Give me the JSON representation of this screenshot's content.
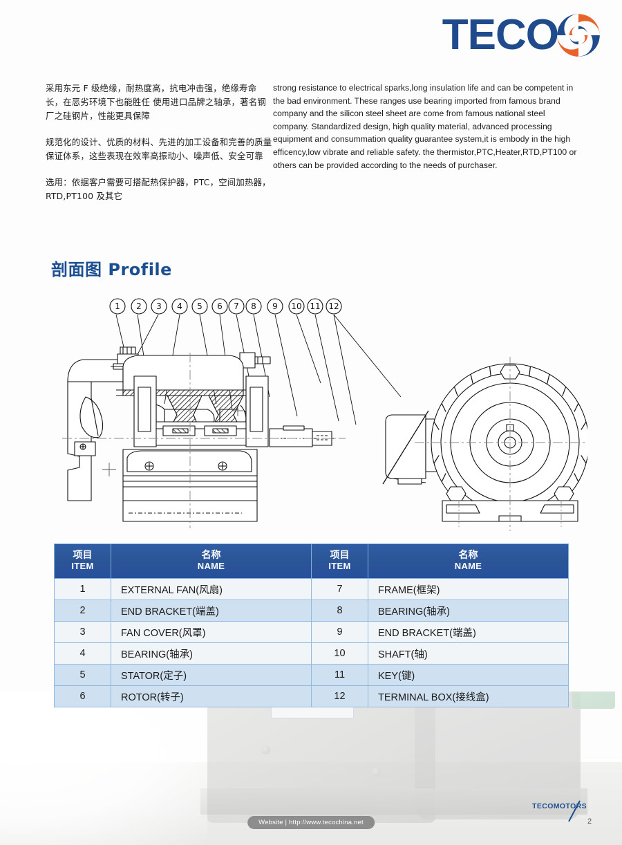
{
  "brand": {
    "logo_text": "TECO",
    "logo_icon": "swirl-vortex-icon",
    "logo_blue": "#1f4a8c",
    "logo_orange": "#e8622a"
  },
  "intro": {
    "chinese": [
      "采用东元 F 级绝缘，耐热度高，抗电冲击强，绝缘寿命长，在恶劣环境下也能胜任\n使用进口品牌之轴承，著名钢厂之硅钢片，性能更具保障",
      "规范化的设计、优质的材料、先进的加工设备和完善的质量保证体系，这些表现在效率高振动小、噪声低、安全可靠",
      "选用：依据客户需要可搭配热保护器，PTC，空间加热器，RTD,PT100 及其它"
    ],
    "english": "strong resistance to electrical sparks,long insulation life and can be competent in the bad environment.\nThese ranges use bearing imported from famous brand company and the silicon steel sheet are come from famous national steel company.\nStandardized design, high quality material, advanced processing equipment and consummation quality guarantee system,it is embody in the high efficency,low vibrate and reliable safety.\nthe thermistor,PTC,Heater,RTD,PT100 or others can be provided according to the needs of purchaser."
  },
  "section": {
    "title": "剖面图 Profile",
    "title_color": "#1c4f91"
  },
  "diagram": {
    "name": "motor-cross-section-drawing",
    "callouts": [
      "1",
      "2",
      "3",
      "4",
      "5",
      "6",
      "7",
      "8",
      "9",
      "10",
      "11",
      "12"
    ]
  },
  "table": {
    "headers": {
      "item_cn": "项目",
      "item_en": "ITEM",
      "name_cn": "名称",
      "name_en": "NAME"
    },
    "header_bg": "#2b5597",
    "rows": [
      {
        "item_l": "1",
        "name_l": "EXTERNAL FAN(风扇)",
        "item_r": "7",
        "name_r": "FRAME(框架)"
      },
      {
        "item_l": "2",
        "name_l": "END BRACKET(端盖)",
        "item_r": "8",
        "name_r": "BEARING(轴承)"
      },
      {
        "item_l": "3",
        "name_l": "FAN COVER(风罩)",
        "item_r": "9",
        "name_r": "END BRACKET(端盖)"
      },
      {
        "item_l": "4",
        "name_l": "BEARING(轴承)",
        "item_r": "10",
        "name_r": "SHAFT(轴)"
      },
      {
        "item_l": "5",
        "name_l": "STATOR(定子)",
        "item_r": "11",
        "name_r": "KEY(键)"
      },
      {
        "item_l": "6",
        "name_l": "ROTOR(转子)",
        "item_r": "12",
        "name_r": "TERMINAL BOX(接线盒)"
      }
    ]
  },
  "footer": {
    "website_pill": "Website | http://www.tecochina.net",
    "brand_name": "TECOMOTORS",
    "page_number": "2"
  }
}
